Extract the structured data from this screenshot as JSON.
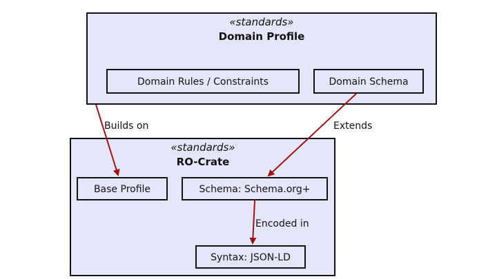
{
  "packages": {
    "domain_profile": {
      "stereotype": "«standards»",
      "title": "Domain Profile",
      "components": {
        "rules": "Domain Rules / Constraints",
        "schema": "Domain Schema"
      }
    },
    "ro_crate": {
      "stereotype": "«standards»",
      "title": "RO-Crate",
      "components": {
        "base_profile": "Base Profile",
        "schema": "Schema: Schema.org+",
        "syntax": "Syntax: JSON-LD"
      }
    }
  },
  "edges": {
    "builds_on": "Builds on",
    "extends": "Extends",
    "encoded_in": "Encoded in"
  },
  "colors": {
    "package_fill": "#e6e6fa",
    "component_fill": "#e6e6fa",
    "stroke": "#111111",
    "arrow": "#a01010",
    "text": "#111111"
  }
}
